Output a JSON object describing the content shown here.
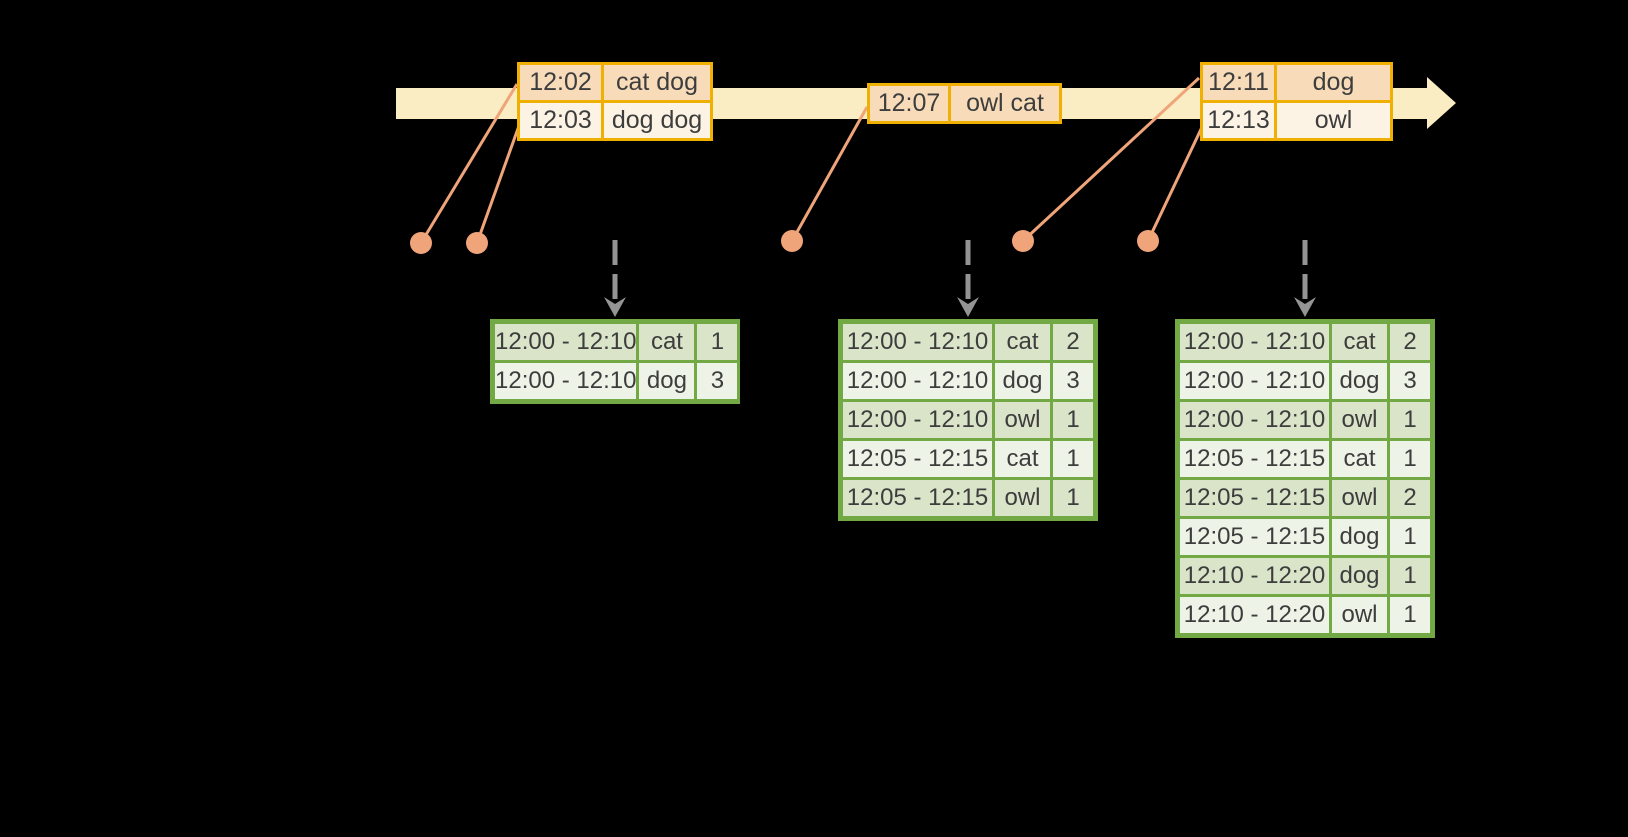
{
  "diagram": {
    "background": "#000000",
    "colors": {
      "timeline_fill": "#FAEDC3",
      "event_border": "#F0B002",
      "event_row_dark": "#F8DCBA",
      "event_row_light": "#FDF3E5",
      "connector": "#F0A47A",
      "trigger_arrow": "#949494",
      "result_border": "#72A945",
      "result_row_dark": "#D9E4C9",
      "result_row_light": "#EEF3E7",
      "text": "#3D3D3D"
    },
    "event_tables": [
      {
        "rows": [
          [
            "12:02",
            "cat dog"
          ],
          [
            "12:03",
            "dog dog"
          ]
        ]
      },
      {
        "rows": [
          [
            "12:07",
            "owl cat"
          ]
        ]
      },
      {
        "rows": [
          [
            "12:11",
            "dog"
          ],
          [
            "12:13",
            "owl"
          ]
        ]
      }
    ],
    "result_tables": [
      {
        "rows": [
          [
            "12:00 - 12:10",
            "cat",
            "1"
          ],
          [
            "12:00 - 12:10",
            "dog",
            "3"
          ]
        ]
      },
      {
        "rows": [
          [
            "12:00 - 12:10",
            "cat",
            "2"
          ],
          [
            "12:00 - 12:10",
            "dog",
            "3"
          ],
          [
            "12:00 - 12:10",
            "owl",
            "1"
          ],
          [
            "12:05 - 12:15",
            "cat",
            "1"
          ],
          [
            "12:05 - 12:15",
            "owl",
            "1"
          ]
        ]
      },
      {
        "rows": [
          [
            "12:00 - 12:10",
            "cat",
            "2"
          ],
          [
            "12:00 - 12:10",
            "dog",
            "3"
          ],
          [
            "12:00 - 12:10",
            "owl",
            "1"
          ],
          [
            "12:05 - 12:15",
            "cat",
            "1"
          ],
          [
            "12:05 - 12:15",
            "owl",
            "2"
          ],
          [
            "12:05 - 12:15",
            "dog",
            "1"
          ],
          [
            "12:10 - 12:20",
            "dog",
            "1"
          ],
          [
            "12:10 - 12:20",
            "owl",
            "1"
          ]
        ]
      }
    ]
  }
}
